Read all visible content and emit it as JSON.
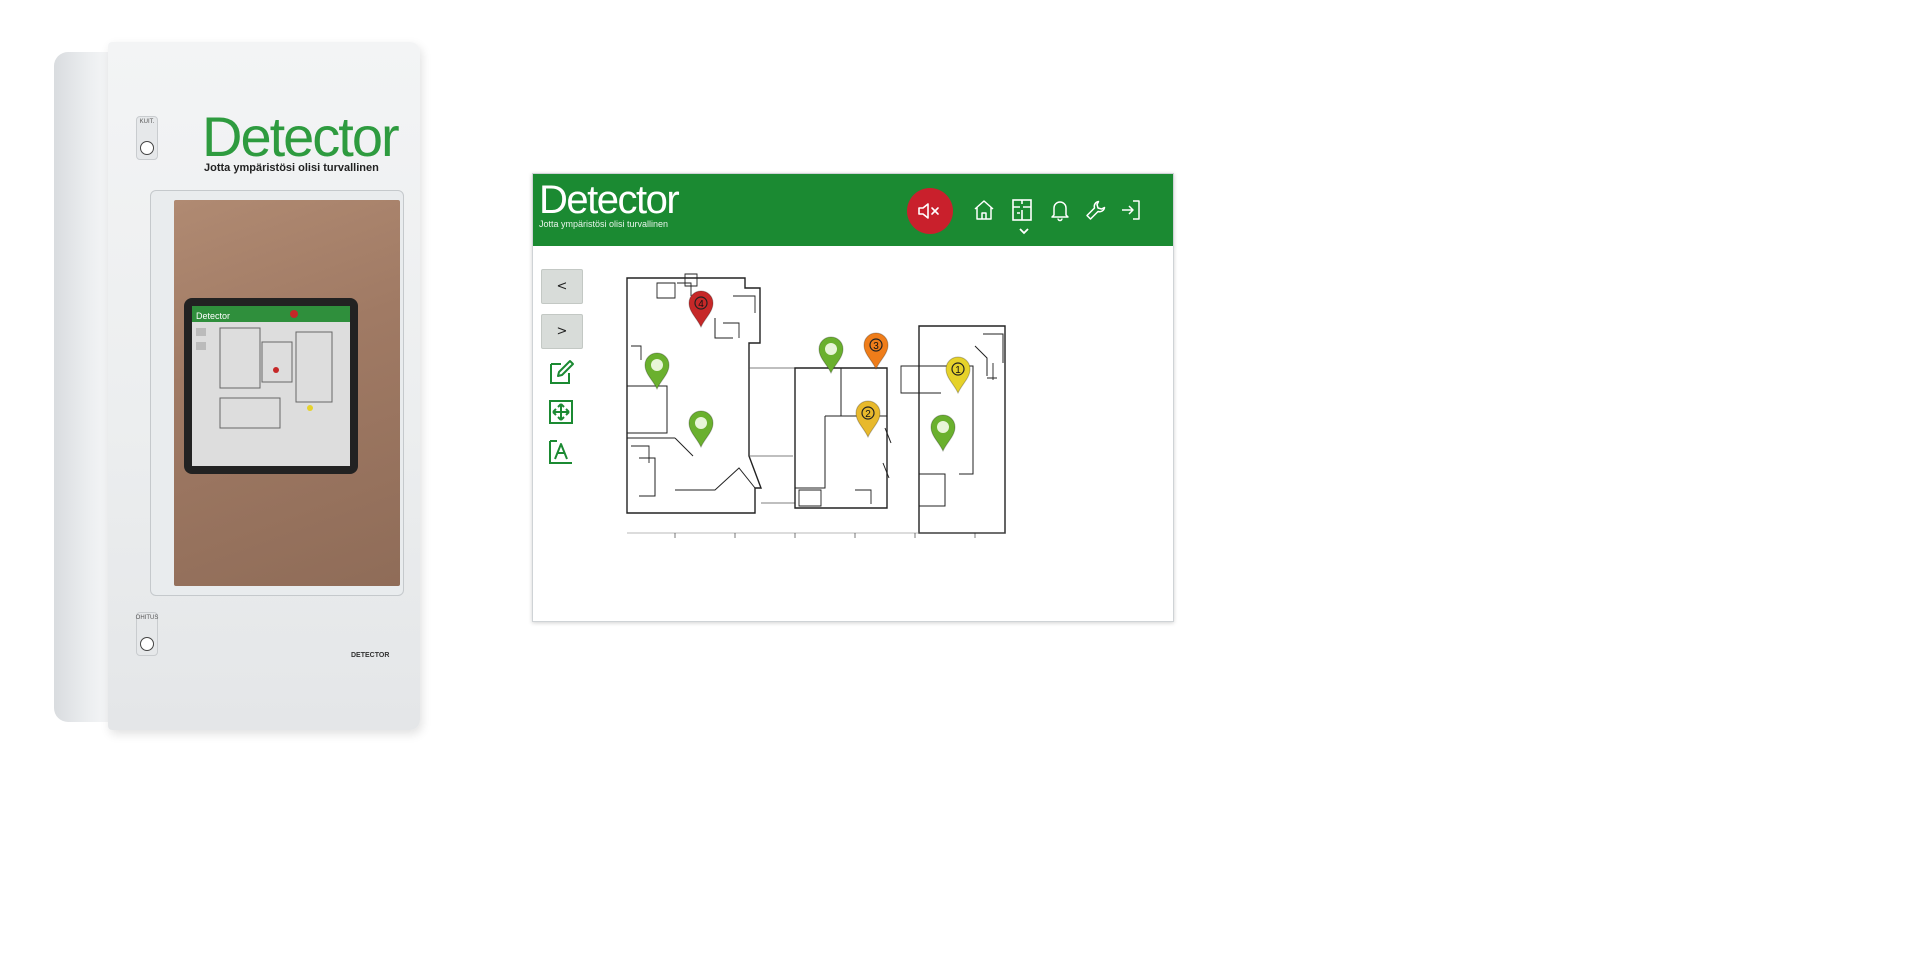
{
  "cabinet": {
    "logo": "Detector",
    "tagline": "Jotta ympäristösi olisi turvallinen",
    "key_top_label": "KUIT.",
    "key_bottom_label": "OHITUS",
    "screen_title": "Detector",
    "serial_label": "DETECTOR"
  },
  "app": {
    "brand": {
      "name": "Detector",
      "tagline": "Jotta ympäristösi olisi turvallinen"
    },
    "topbar": {
      "color": "#1b8a32",
      "mute_color": "#c9202c",
      "icons": [
        "mute-icon",
        "home-icon",
        "floorplan-icon",
        "bell-icon",
        "wrench-icon",
        "logout-icon"
      ],
      "active": "floorplan-icon"
    },
    "sidebar": {
      "prev_label": "<",
      "next_label": ">",
      "tools": [
        "edit-icon",
        "move-icon",
        "text-icon"
      ]
    },
    "markers": [
      {
        "label": "4",
        "color": "#c62828"
      },
      {
        "label": "",
        "color": "#6ab02e"
      },
      {
        "label": "",
        "color": "#6ab02e"
      },
      {
        "label": "",
        "color": "#6ab02e"
      },
      {
        "label": "3",
        "color": "#ef7d1a"
      },
      {
        "label": "1",
        "color": "#e6d22a"
      },
      {
        "label": "2",
        "color": "#e8b92c"
      },
      {
        "label": "",
        "color": "#6ab02e"
      }
    ]
  }
}
